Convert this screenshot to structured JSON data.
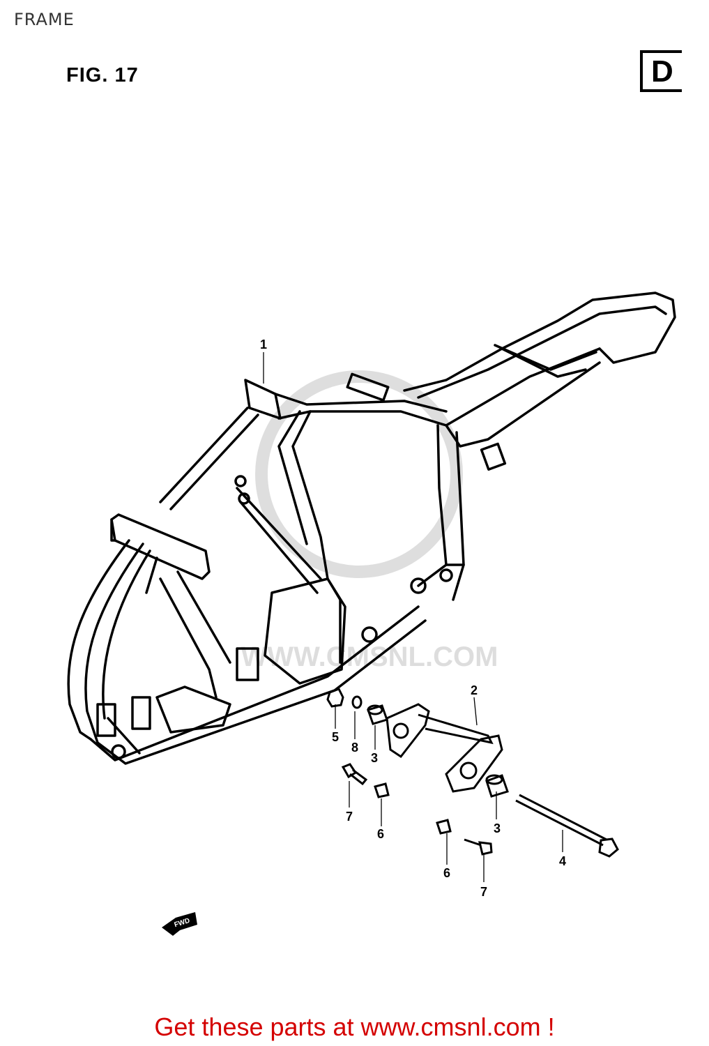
{
  "header": {
    "title": "FRAME"
  },
  "figure": {
    "label": "FIG. 17",
    "region_code": "D"
  },
  "watermark": {
    "text": "WWW.CMSNL.COM"
  },
  "callouts": {
    "frame": "1",
    "bracket": "2",
    "bush_upper": "3",
    "bush_lower": "3",
    "bolt_long": "4",
    "nut_5": "5",
    "nut_6_left": "6",
    "nut_6_right": "6",
    "bolt_7_left": "7",
    "bolt_7_right": "7",
    "washer_8": "8"
  },
  "direction_arrow": {
    "label": "FWD"
  },
  "footer": {
    "link_text": "Get these parts at www.cmsnl.com !",
    "color": "#d40000"
  }
}
